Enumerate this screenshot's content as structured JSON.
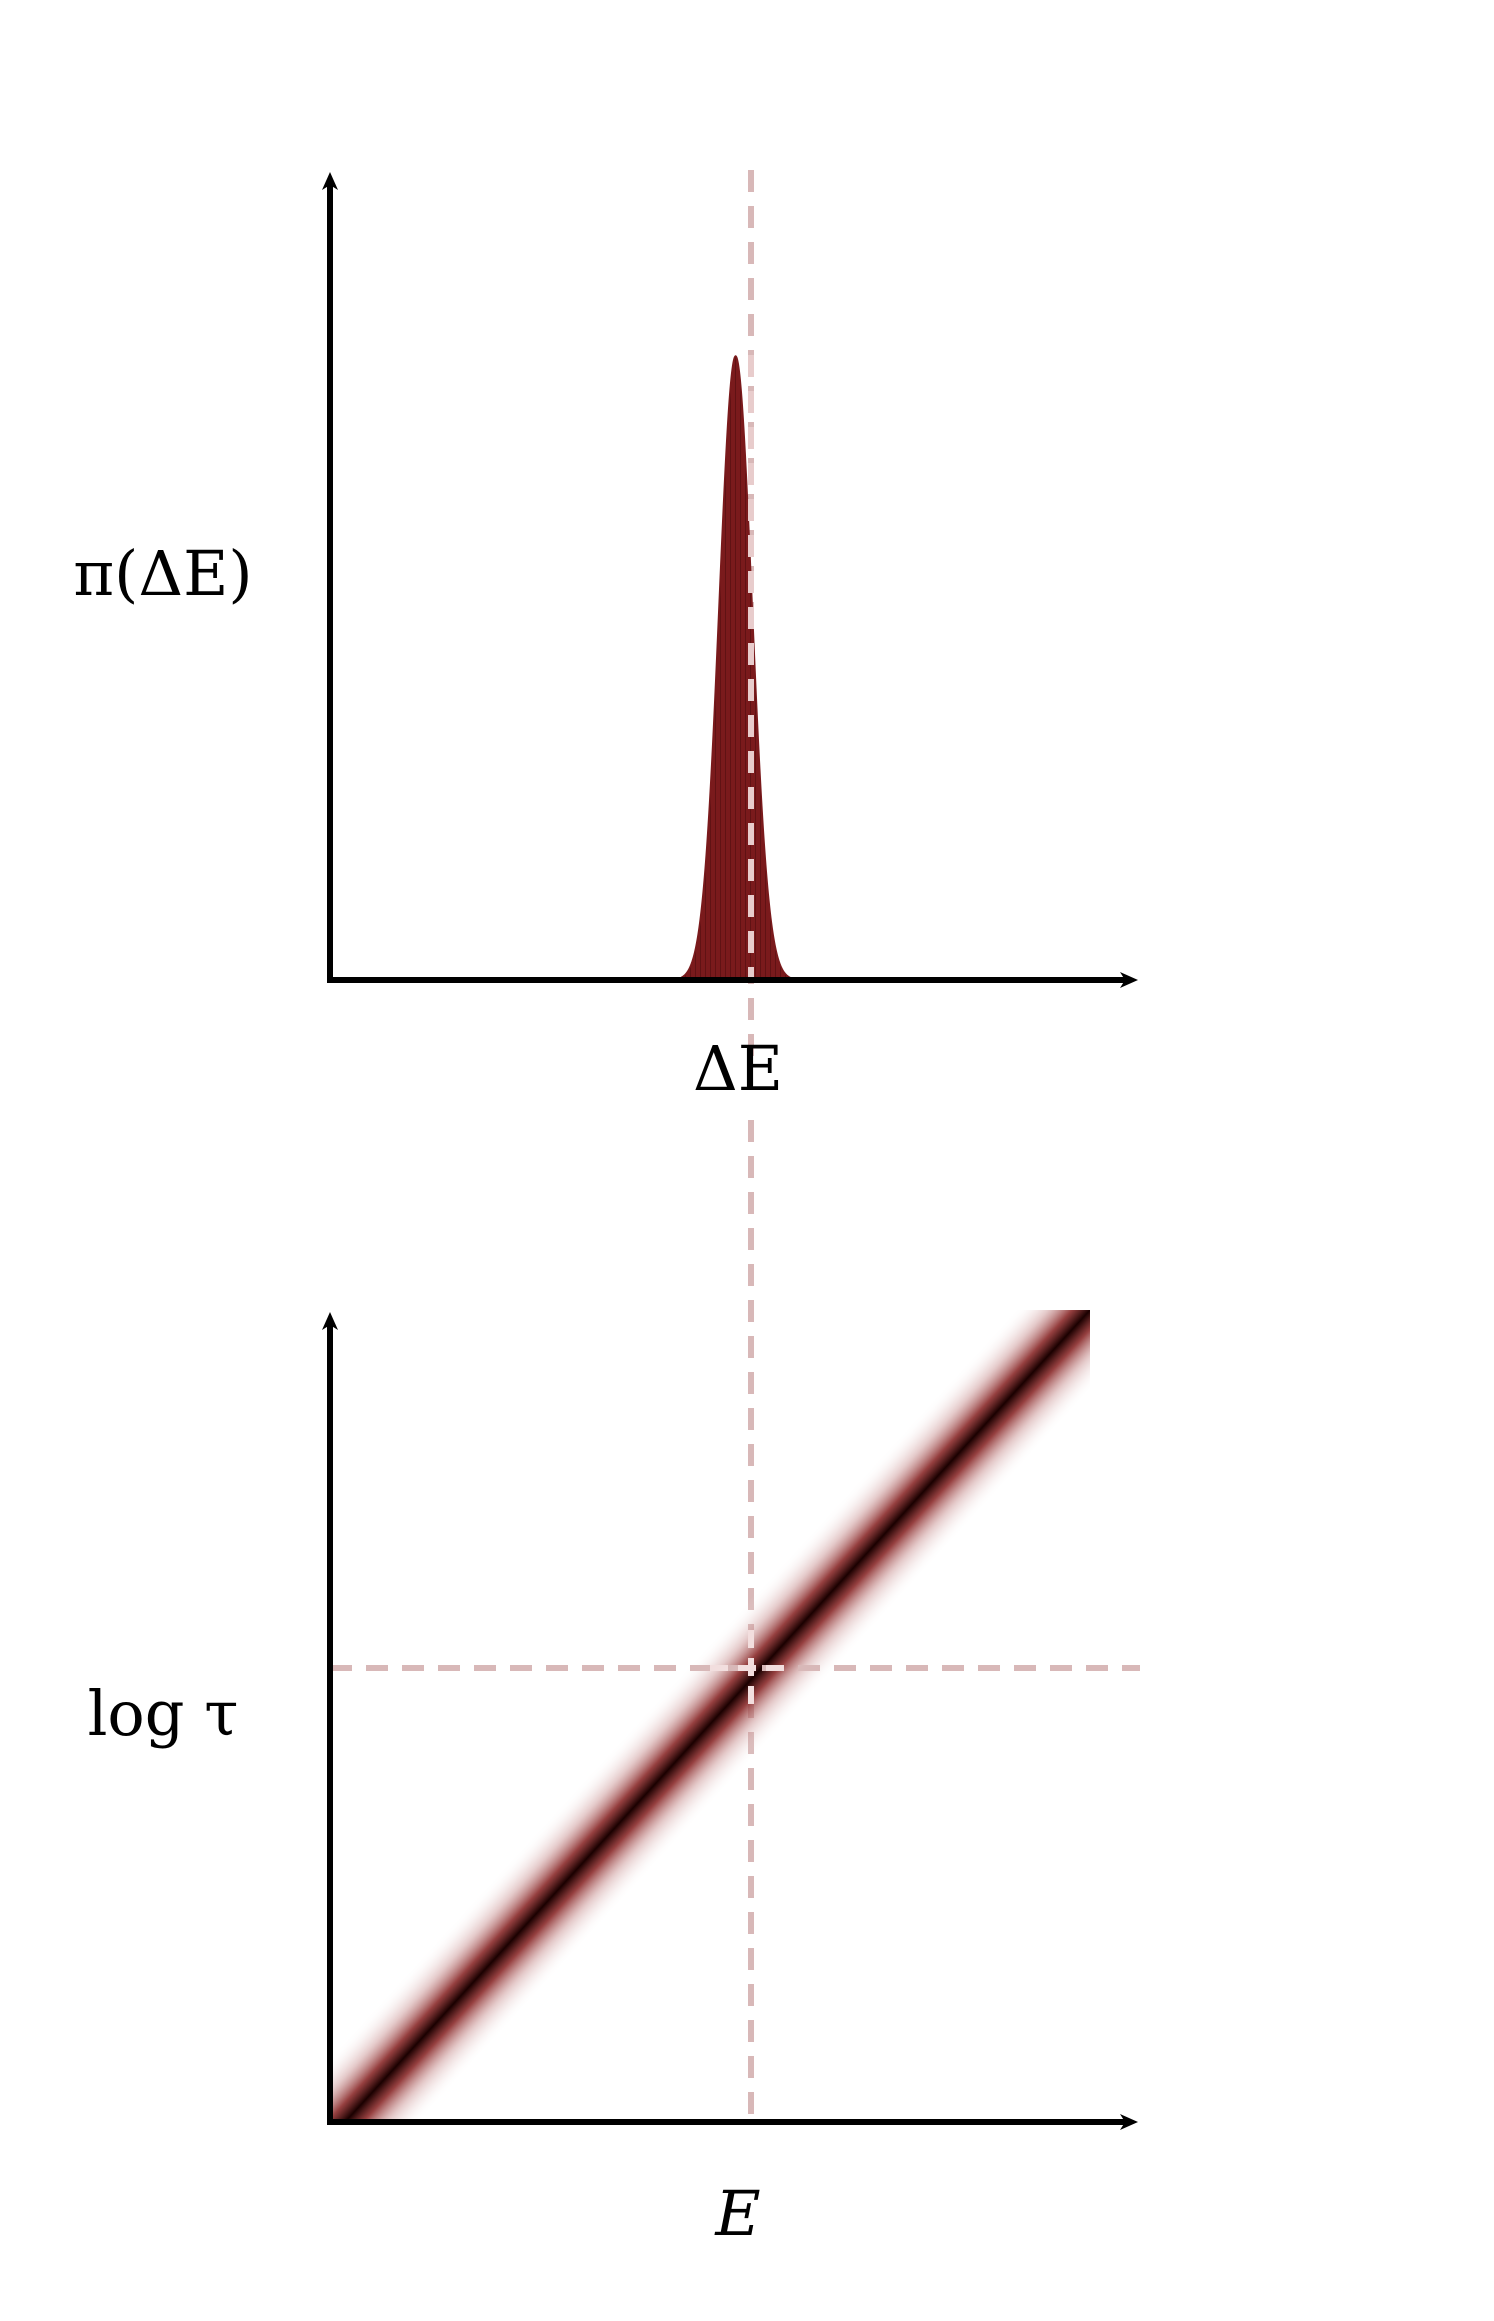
{
  "top_panel": {
    "ylabel": "π(ΔE)",
    "xlabel": "ΔE",
    "peak_note": "narrow distribution of ΔE centered at a single value"
  },
  "bottom_panel": {
    "ylabel": "log τ",
    "xlabel": "E",
    "relation_note": "log τ increases linearly with E (band shows narrow spread)"
  },
  "colors": {
    "axis": "#000000",
    "peak_fill": "#7a1a1c",
    "peak_hatch": "#5a0f12",
    "band_core": "#1a0000",
    "band_mid": "#7a1a1c",
    "guide_dash": "#d8b8b8"
  },
  "chart_data": [
    {
      "type": "area",
      "title": "",
      "xlabel": "ΔE",
      "ylabel": "π(ΔE)",
      "shape": "gaussian",
      "center_fraction_of_axis": 0.52,
      "width_fraction_of_axis": 0.05,
      "peak_fraction_of_axis": 0.8
    },
    {
      "type": "line",
      "title": "",
      "xlabel": "E",
      "ylabel": "log τ",
      "relation": "linear",
      "x": [
        0.0,
        1.0
      ],
      "y": [
        0.0,
        1.0
      ],
      "band_spread": "narrow"
    }
  ]
}
